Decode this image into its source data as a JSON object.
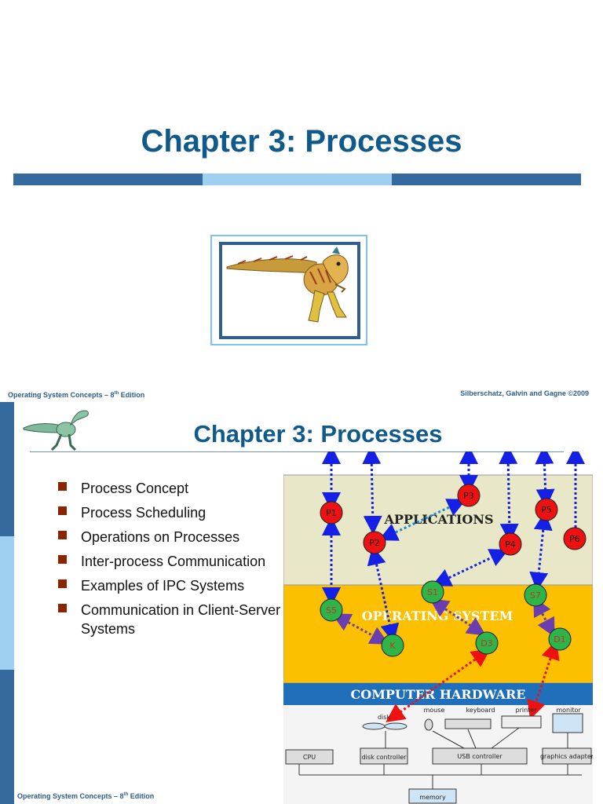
{
  "slide1": {
    "title": "Chapter 3:  Processes",
    "footer_left": "Operating System Concepts  – 8",
    "footer_left_sup": "th",
    "footer_left_tail": " Edition",
    "footer_right": "Silberschatz, Galvin and Gagne ©2009"
  },
  "slide2": {
    "title": "Chapter 3:  Processes",
    "bullets": [
      "Process Concept",
      "Process Scheduling",
      "Operations on Processes",
      "Inter-process Communication",
      "Examples of IPC Systems",
      "Communication in Client-Server Systems"
    ],
    "footer_left": "Operating System Concepts – 8",
    "footer_left_sup": "th",
    "footer_left_tail": " Edition"
  },
  "diagram": {
    "layers": {
      "applications": "APPLICATIONS",
      "operating_system": "OPERATING  SYSTEM",
      "hardware": "COMPUTER HARDWARE"
    },
    "nodes": {
      "P1": "P1",
      "P2": "P2",
      "P3": "P3",
      "P4": "P4",
      "P5": "P5",
      "P6": "P6",
      "S1": "S1",
      "S5": "S5",
      "S7": "S7",
      "K": "K",
      "D1": "D1",
      "D3": "D3"
    },
    "hardware": {
      "disk": "disk",
      "mouse": "mouse",
      "keyboard": "keyboard",
      "printer": "printer",
      "monitor": "monitor",
      "cpu": "CPU",
      "disk_controller": "disk controller",
      "usb_controller": "USB controller",
      "graphics_adapter": "graphics adapter",
      "memory": "memory"
    },
    "colors": {
      "app_layer": "#e8e8c8",
      "os_layer": "#fcc000",
      "hw_banner": "#1f6fba",
      "process_node": "#ee1111",
      "system_node": "#2db54a",
      "arrow_blue": "#1420e6",
      "arrow_purple": "#6a3db0",
      "arrow_red": "#ee1111"
    }
  },
  "colors": {
    "title_blue": "#0f5a8a",
    "bar_dark": "#356a9f",
    "bar_light": "#9fd0f2",
    "bullet": "#8b2500"
  }
}
